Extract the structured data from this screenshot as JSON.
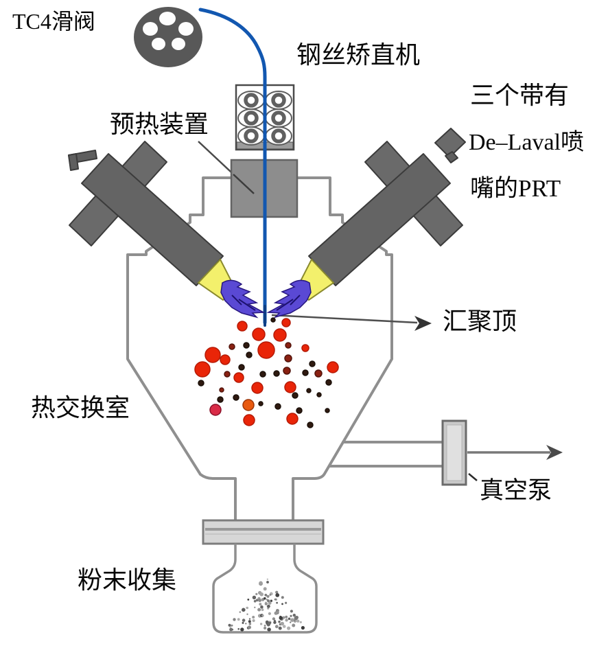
{
  "figure": {
    "description_labels_visible_only": true
  },
  "labels": {
    "tc4_valve": "TC4滑阀",
    "wire_straightener": "钢丝矫直机",
    "preheater": "预热装置",
    "prt_line1": "三个带有",
    "prt_line2": "De–Laval喷",
    "prt_line3": "嘴的PRT",
    "convergence": "汇聚顶",
    "heat_exchange_chamber": "热交换室",
    "vacuum_pump": "真空泵",
    "powder_collection": "粉末收集"
  },
  "colors": {
    "wire_blue": "#1257b0",
    "wire_tip_blue": "#0d3f86",
    "chamber_line_gray": "#8f8f8f",
    "metal_dark_gray": "#646464",
    "nozzle_yellow": "#f3f06c",
    "spray_purple": "#5a49d4",
    "spray_outline": "#27177e",
    "pump_fill": "#c9c9c9",
    "flange_fill": "#d7d7d7",
    "text_black": "#070707",
    "droplet_palette": {
      "r": [
        "#e92508",
        "#b51a05"
      ],
      "m": [
        "#8a2112",
        "#52140b"
      ],
      "d": [
        "#2f1a10",
        "#1a0f08"
      ],
      "c": [
        "#d92b47",
        "#8a1028"
      ],
      "o": [
        "#e85a10",
        "#9c3608"
      ]
    }
  },
  "droplets": [
    [
      353,
      475,
      7,
      "r"
    ],
    [
      417,
      470,
      6,
      "r"
    ],
    [
      398,
      466,
      3,
      "d"
    ],
    [
      377,
      487,
      9,
      "r"
    ],
    [
      408,
      488,
      9,
      "r"
    ],
    [
      388,
      510,
      12,
      "r"
    ],
    [
      338,
      505,
      4,
      "m"
    ],
    [
      359,
      503,
      4,
      "d"
    ],
    [
      310,
      517,
      11,
      "r"
    ],
    [
      328,
      524,
      7,
      "r"
    ],
    [
      295,
      538,
      11,
      "r"
    ],
    [
      363,
      517,
      4,
      "d"
    ],
    [
      420,
      503,
      4,
      "m"
    ],
    [
      445,
      507,
      5,
      "r"
    ],
    [
      420,
      522,
      5,
      "m"
    ],
    [
      455,
      530,
      4,
      "d"
    ],
    [
      485,
      535,
      8,
      "r"
    ],
    [
      352,
      535,
      4,
      "d"
    ],
    [
      331,
      545,
      4,
      "m"
    ],
    [
      348,
      550,
      7,
      "r"
    ],
    [
      383,
      545,
      4,
      "d"
    ],
    [
      403,
      544,
      4,
      "d"
    ],
    [
      418,
      540,
      5,
      "m"
    ],
    [
      445,
      543,
      4,
      "d"
    ],
    [
      464,
      544,
      5,
      "m"
    ],
    [
      479,
      557,
      4,
      "d"
    ],
    [
      293,
      558,
      4,
      "d"
    ],
    [
      375,
      565,
      8,
      "r"
    ],
    [
      423,
      564,
      8,
      "r"
    ],
    [
      430,
      576,
      4,
      "d"
    ],
    [
      323,
      568,
      3,
      "m"
    ],
    [
      344,
      579,
      4,
      "d"
    ],
    [
      321,
      582,
      4,
      "d"
    ],
    [
      450,
      569,
      3,
      "d"
    ],
    [
      465,
      575,
      3,
      "d"
    ],
    [
      314,
      597,
      8,
      "c"
    ],
    [
      362,
      590,
      8,
      "o"
    ],
    [
      380,
      588,
      3,
      "d"
    ],
    [
      405,
      592,
      4,
      "d"
    ],
    [
      436,
      598,
      4,
      "d"
    ],
    [
      363,
      612,
      8,
      "r"
    ],
    [
      426,
      610,
      8,
      "r"
    ],
    [
      477,
      598,
      3,
      "d"
    ],
    [
      452,
      619,
      4,
      "d"
    ]
  ]
}
